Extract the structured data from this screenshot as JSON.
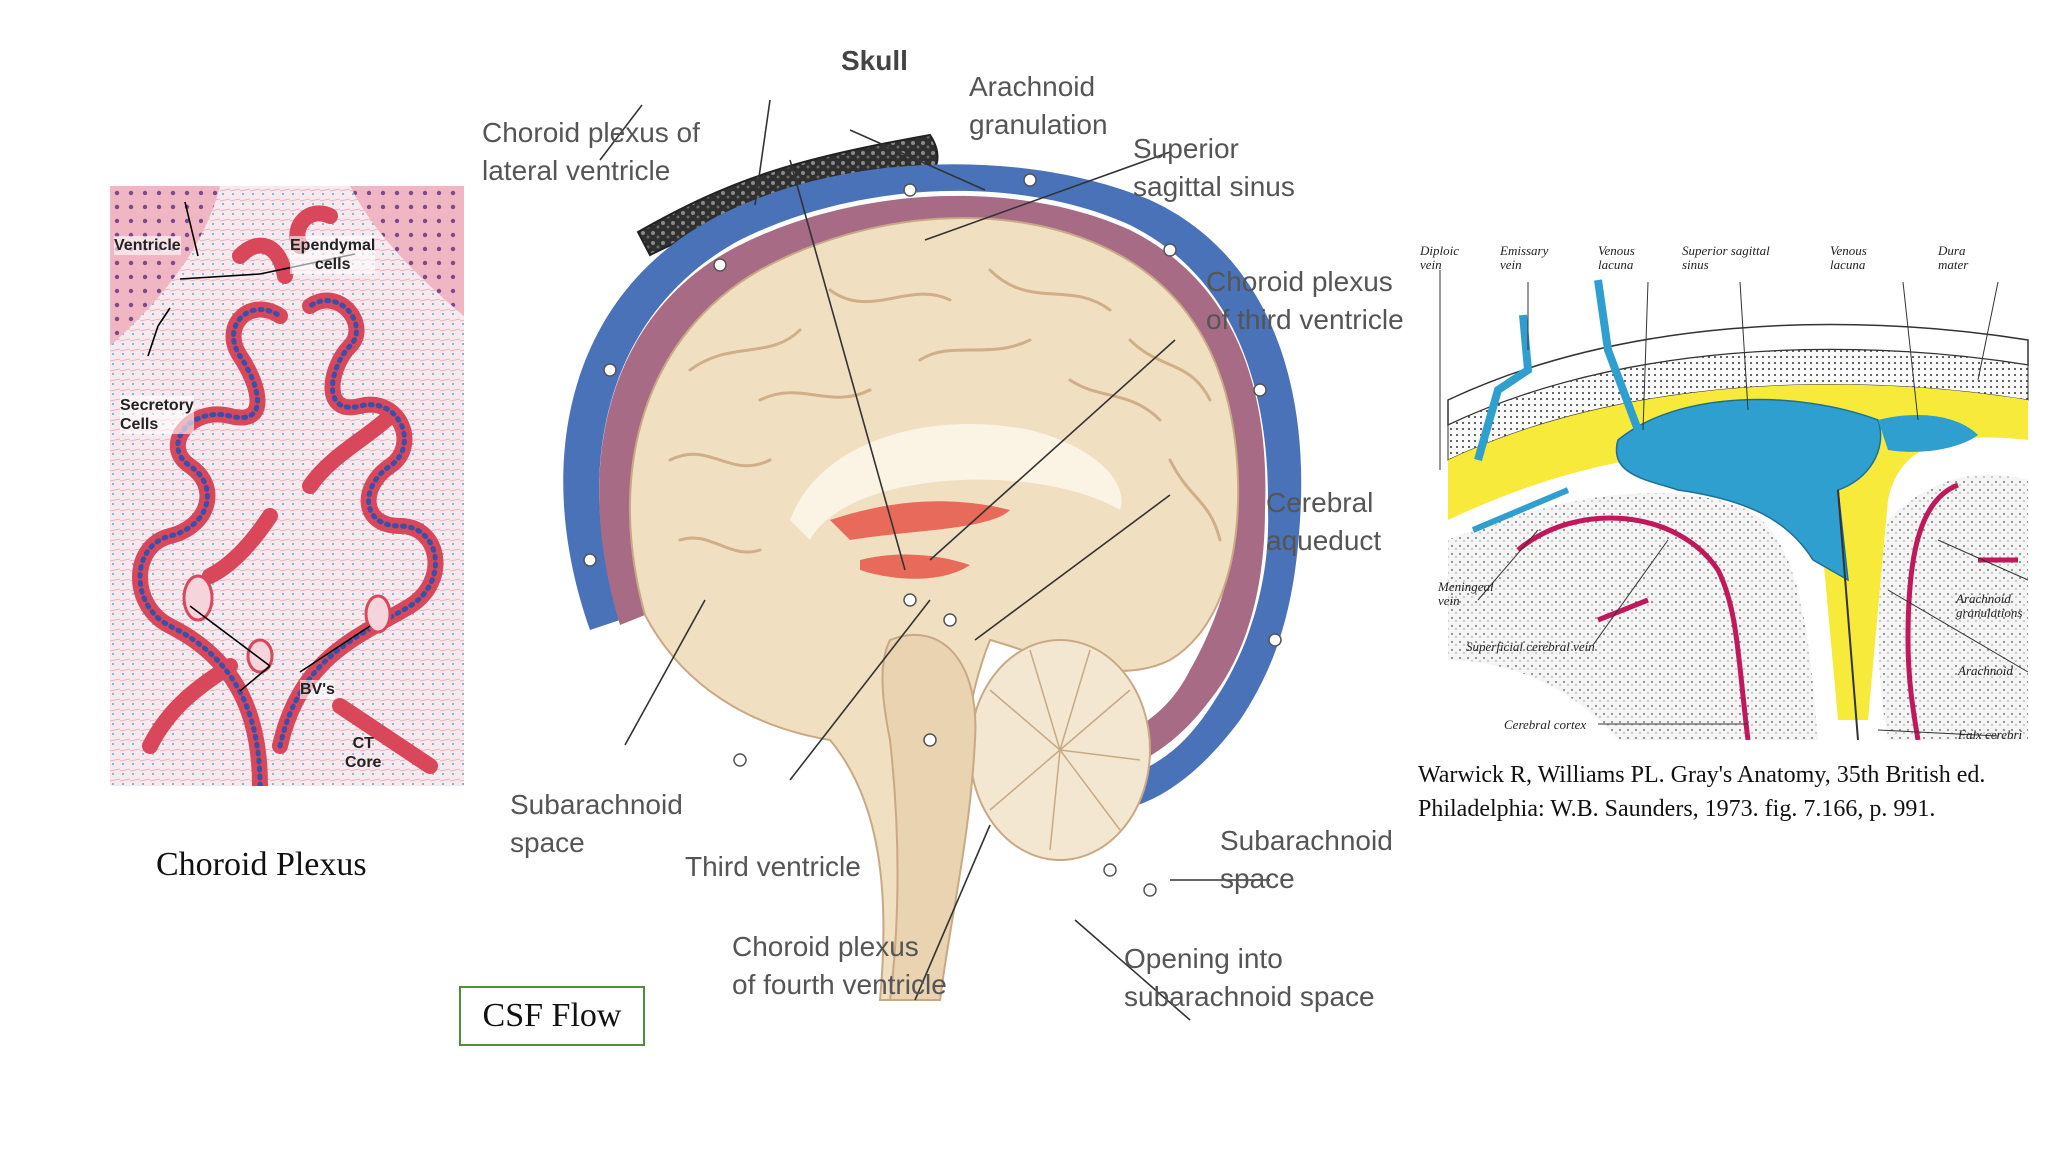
{
  "choroid_panel": {
    "caption": "Choroid Plexus",
    "labels": {
      "ventricle": "Ventricle",
      "ependymal": "Ependymal\ncells",
      "secretory": "Secretory\nCells",
      "bvs": "BV's",
      "ct_core": "CT\nCore"
    }
  },
  "brain_panel": {
    "box_label": "CSF Flow",
    "labels": {
      "skull": "Skull",
      "arachnoid_granulation": "Arachnoid\ngranulation",
      "choroid_lateral": "Choroid plexus of\nlateral ventricle",
      "superior_sinus": "Superior\nsagittal sinus",
      "choroid_third": "Choroid plexus\nof third ventricle",
      "cerebral_aqueduct": "Cerebral\naqueduct",
      "subarachnoid_left": "Subarachnoid\nspace",
      "third_ventricle": "Third ventricle",
      "choroid_fourth": "Choroid plexus\nof fourth ventricle",
      "subarachnoid_right": "Subarachnoid\nspace",
      "opening": "Opening into\nsubarachnoid space"
    }
  },
  "grays_panel": {
    "citation_line1": "Warwick R, Williams PL. Gray's Anatomy, 35th British ed.",
    "citation_line2": "Philadelphia: W.B. Saunders, 1973. fig. 7.166, p. 991.",
    "labels": {
      "diploic": "Diploic\nvein",
      "emissary": "Emissary\nvein",
      "venous_lacuna_1": "Venous\nlacuna",
      "superior_sinus": "Superior sagittal\nsinus",
      "venous_lacuna_2": "Venous\nlacuna",
      "dura": "Dura\nmater",
      "meningeal": "Meningeal\nvein",
      "superficial": "Superficial cerebral vein",
      "cortex": "Cerebral cortex",
      "arachnoid_gran": "Arachnoid\ngranulations",
      "arachnoid": "Arachnoid",
      "falx": "Falx cerebri"
    }
  },
  "colors": {
    "membrane_red": "#d9475a",
    "nuclei_blue": "#3a4fa8",
    "sinus_blue": "#4a72b8",
    "brain_cream": "#f1dfc2",
    "csf_yellow": "#f7ea3a",
    "gray_blue": "#2f9fcf",
    "vein_magenta": "#c0185a",
    "box_green": "#4f8f3a"
  }
}
